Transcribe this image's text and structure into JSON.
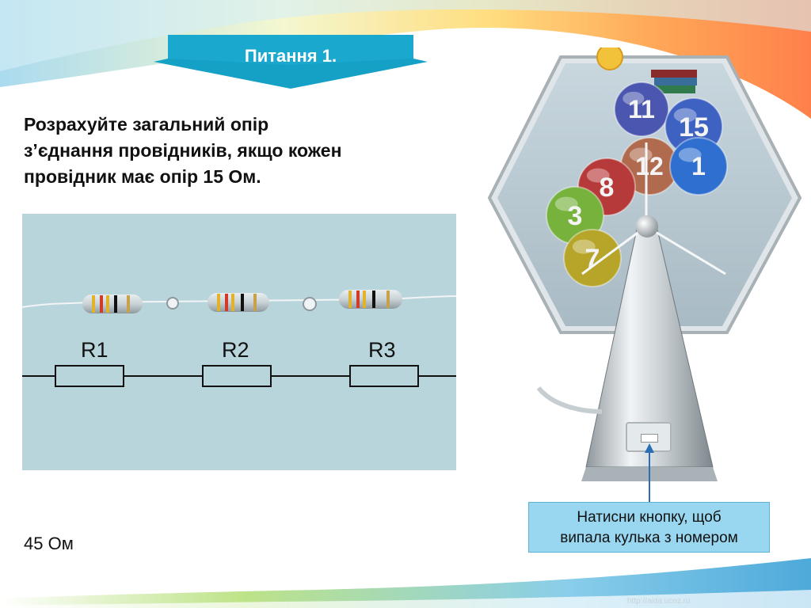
{
  "banner": {
    "title": "Питання 1."
  },
  "question": {
    "lines": [
      "Розрахуйте загальний опір",
      "з’єднання провідників, якщо кожен",
      "провідник має опір 15 Ом."
    ]
  },
  "circuit": {
    "resistors": [
      "R1",
      "R2",
      "R3"
    ]
  },
  "answer": "45 Ом",
  "machine": {
    "balls": [
      {
        "number": "11",
        "color": "#4a56b0"
      },
      {
        "number": "15",
        "color": "#3e62c2"
      },
      {
        "number": "12",
        "color": "#b06a4e"
      },
      {
        "number": "1",
        "color": "#2f6fd0"
      },
      {
        "number": "8",
        "color": "#b73a3a"
      },
      {
        "number": "3",
        "color": "#76b23c"
      },
      {
        "number": "7",
        "color": "#b6a528"
      }
    ]
  },
  "callout": {
    "line1": "Натисни кнопку, щоб",
    "line2": "випала кулька з номером"
  },
  "footer": {
    "url": "http://aida.ucoz.ru"
  },
  "colors": {
    "banner": "#15a0c6",
    "callout": "#99d6ef",
    "panel": "#b9d5dc"
  }
}
